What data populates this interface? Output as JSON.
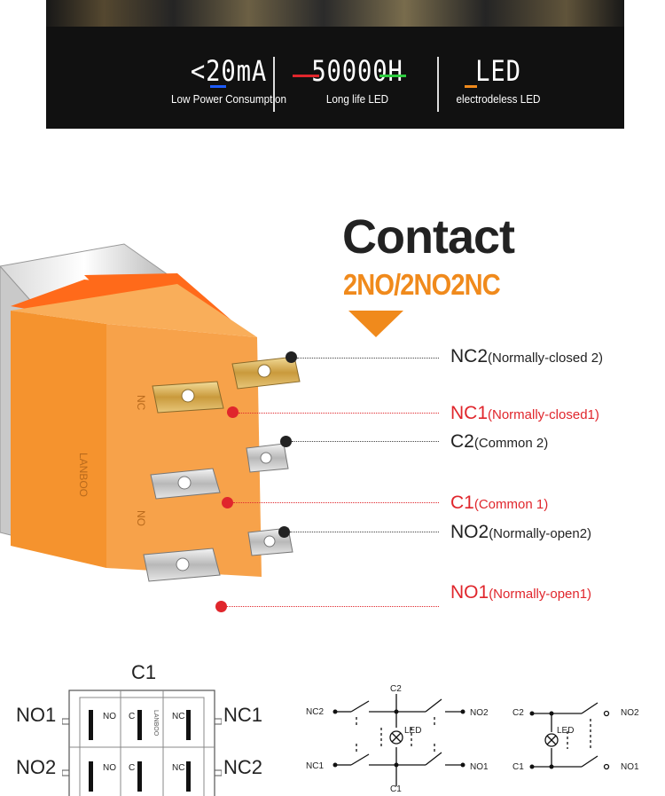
{
  "banner": {
    "stats": [
      {
        "big": "<20mA",
        "small": "Low Power Consumption"
      },
      {
        "big": "50000H",
        "small": "Long life LED"
      },
      {
        "big": "LED",
        "small": "electrodeless LED"
      }
    ]
  },
  "contact": {
    "title": "Contact",
    "subtitle": "2NO/2NO2NC"
  },
  "terminals": [
    {
      "code": "NC2",
      "desc": "(Normally-closed 2)"
    },
    {
      "code": "NC1",
      "desc": "(Normally-closed1)"
    },
    {
      "code": "C2",
      "desc": "(Common 2)"
    },
    {
      "code": "C1",
      "desc": "(Common 1)"
    },
    {
      "code": "NO2",
      "desc": "(Normally-open2)"
    },
    {
      "code": "NO1",
      "desc": "(Normally-open1)"
    }
  ],
  "product": {
    "brand": "LANBOO",
    "side_text_1": "NC",
    "side_text_2": "NO"
  },
  "layout_diagram": {
    "top": "C1",
    "left_top": "NO1",
    "left_bottom": "NO2",
    "right_top": "NC1",
    "right_bottom": "NC2",
    "inner_no": "NO",
    "inner_c": "C",
    "inner_nc": "NC",
    "inner_brand": "LANBOO"
  },
  "circuit_2no2nc": {
    "c2": "C2",
    "c1": "C1",
    "nc2": "NC2",
    "nc1": "NC1",
    "no2": "NO2",
    "no1": "NO1",
    "led": "LED"
  },
  "circuit_2no": {
    "c2": "C2",
    "c1": "C1",
    "no2": "NO2",
    "no1": "NO1",
    "led": "LED"
  },
  "colors": {
    "accent_orange": "#f08a1c",
    "red": "#e0262c",
    "blue": "#1e5cff",
    "green": "#2ecc40"
  }
}
